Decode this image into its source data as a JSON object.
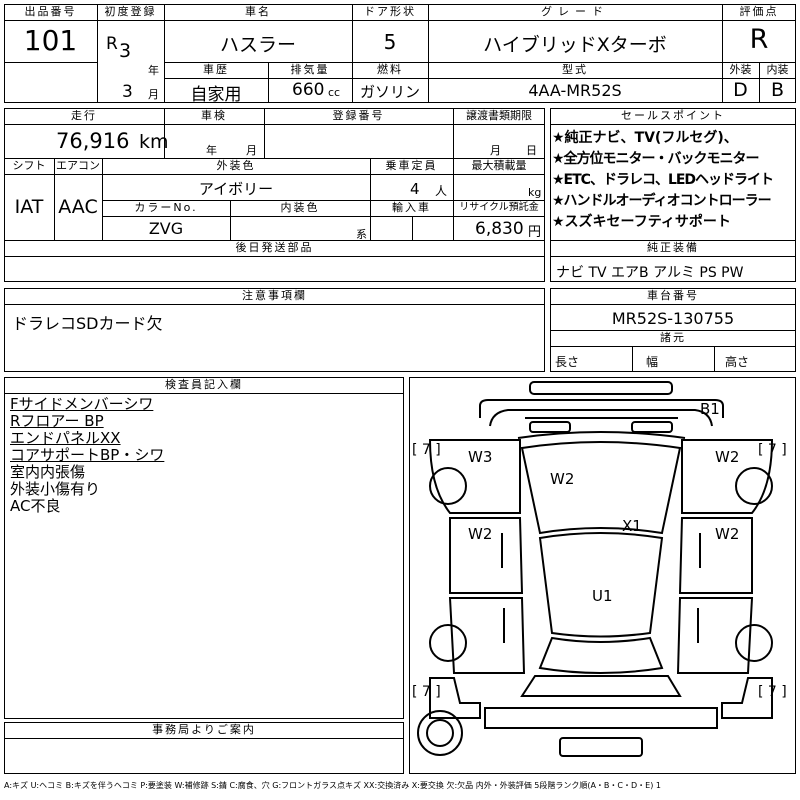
{
  "header_labels": {
    "lot_no": "出品番号",
    "first_reg": "初度登録",
    "car_name": "車名",
    "door": "ドア形状",
    "grade": "グレード",
    "score": "評価点",
    "history": "車歴",
    "displacement": "排気量",
    "fuel": "燃料",
    "model_code": "型式",
    "exterior": "外装",
    "interior": "内装",
    "mileage": "走行",
    "inspection": "車検",
    "reg_no": "登録番号",
    "transfer_docs": "譲渡書類期限",
    "shift": "シフト",
    "aircon": "エアコン",
    "ext_color": "外装色",
    "capacity": "乗車定員",
    "max_load": "最大積載量",
    "color_no": "カラーNo.",
    "int_color": "内装色",
    "import": "輸入車",
    "recycle": "リサイクル預託金",
    "later_parts": "後日発送部品",
    "notes": "注意事項欄",
    "inspector_notes": "検査員記入欄",
    "office_notice": "事務局よりご案内",
    "sales_points": "セールスポイント",
    "equipment": "純正装備",
    "chassis_no": "車台番号",
    "dimensions": "諸元"
  },
  "vehicle": {
    "lot_no": "101",
    "era": "R",
    "year": "3",
    "year_unit": "年",
    "month": "3",
    "month_unit": "月",
    "car_name": "ハスラー",
    "doors": "5",
    "grade": "ハイブリッドXターボ",
    "score": "R",
    "history": "自家用",
    "displacement": "660",
    "displacement_unit": "cc",
    "fuel": "ガソリン",
    "model_code": "4AA-MR52S",
    "exterior_grade": "D",
    "interior_grade": "B",
    "mileage": "76,916",
    "mileage_unit": "km",
    "inspection_year_unit": "年",
    "inspection_month_unit": "月",
    "transfer_month_unit": "月",
    "transfer_day_unit": "日",
    "shift": "IAT",
    "aircon": "AAC",
    "ext_color": "アイボリー",
    "capacity": "4",
    "capacity_unit": "人",
    "load_unit": "kg",
    "color_no": "ZVG",
    "int_color_unit": "系",
    "recycle_fee": "6,830",
    "recycle_unit": "円",
    "chassis_no": "MR52S-130755"
  },
  "sales_points": [
    "★純正ナビ、TV(フルセグ)、",
    "★全方位モニター・バックモニター",
    "★ETC、ドラレコ、LEDヘッドライト",
    "★ハンドルオーディオコントローラー",
    "★スズキセーフティサポート"
  ],
  "equipment_text": "ナビ TV エアB アルミ PS PW",
  "notes_text": "ドラレコSDカード欠",
  "dimensions": {
    "length": "長さ",
    "width": "幅",
    "height": "高さ"
  },
  "inspector_lines": [
    {
      "text": "Fサイドメンバーシワ",
      "underline": true
    },
    {
      "text": "Rフロアー BP",
      "underline": true
    },
    {
      "text": "エンドパネルXX",
      "underline": true
    },
    {
      "text": "コアサポートBP・シワ",
      "underline": true
    },
    {
      "text": "室内内張傷",
      "underline": false
    },
    {
      "text": "外装小傷有り",
      "underline": false
    },
    {
      "text": "AC不良",
      "underline": false
    }
  ],
  "diagram_marks": {
    "b1": "B1",
    "w3": "W3",
    "w2_front_left": "W2",
    "w2_front_right": "W2",
    "w2_center": "W2",
    "x1": "X1",
    "w2_rear_left": "W2",
    "w2_rear_right": "W2",
    "u1": "U1",
    "tire_front_left": "[ 7 ]",
    "tire_front_right": "[ 7 ]",
    "tire_rear_left": "[ 7 ]",
    "tire_rear_right": "[ 7 ]"
  },
  "legend": "A:キズ U:ヘコミ B:キズを伴うヘコミ P:要塗装 W:補修跡 S:錆 C:腐食、穴 G:フロントガラス点キズ XX:交換済み X:要交換 欠:欠品 内外・外装評価 5段階ランク順(A・B・C・D・E) 1"
}
